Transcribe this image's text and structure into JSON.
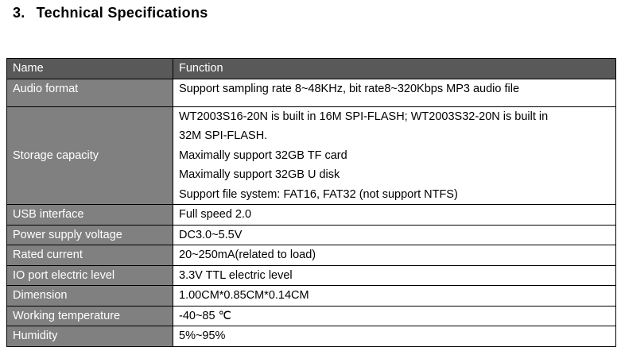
{
  "section": {
    "number": "3.",
    "title": "Technical Specifications"
  },
  "table": {
    "headers": [
      "Name",
      "Function"
    ],
    "rows": [
      {
        "name": "Audio format",
        "lines": [
          "Support sampling rate 8~48KHz, bit rate8~320Kbps MP3 audio file"
        ]
      },
      {
        "name": "Storage capacity",
        "lines": [
          "WT2003S16-20N is built in 16M SPI-FLASH; WT2003S32-20N is built in",
          "32M SPI-FLASH.",
          "Maximally support 32GB TF card",
          "Maximally support 32GB U disk",
          "Support file system: FAT16, FAT32 (not support NTFS)"
        ]
      },
      {
        "name": "USB interface",
        "lines": [
          "Full speed 2.0"
        ]
      },
      {
        "name": "Power supply voltage",
        "lines": [
          "DC3.0~5.5V"
        ]
      },
      {
        "name": "Rated current",
        "lines": [
          "20~250mA(related to load)"
        ]
      },
      {
        "name": "IO port electric level",
        "lines": [
          "3.3V TTL electric level"
        ]
      },
      {
        "name": "Dimension",
        "lines": [
          "1.00CM*0.85CM*0.14CM"
        ]
      },
      {
        "name": "Working temperature",
        "lines": [
          "-40~85 ℃"
        ]
      },
      {
        "name": "Humidity",
        "lines": [
          "5%~95%"
        ]
      }
    ]
  }
}
